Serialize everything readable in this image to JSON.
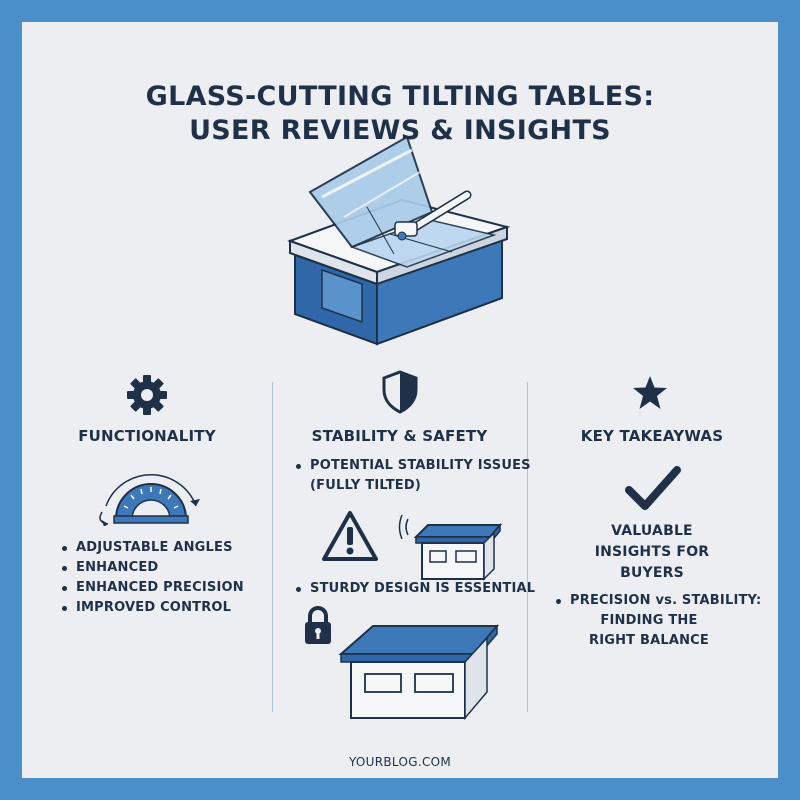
{
  "title": {
    "line1": "GLASS-CUTTING TILTING TABLES:",
    "line2": "USER REVIEWS & INSIGHTS"
  },
  "colors": {
    "frame_border": "#4a8fc7",
    "accent_blue": "#3d79b8",
    "dark_navy": "#1f3148",
    "background": "#eceef1"
  },
  "functionality": {
    "icon": "gear-icon",
    "heading": "FUNCTIONALITY",
    "illustration": "protractor-icon",
    "bullets": [
      "ADJUSTABLE ANGLES",
      "ENHANCED",
      "ENHANCED PRECISION",
      "IMPROVED CONTROL"
    ]
  },
  "stability": {
    "icon": "shield-icon",
    "heading": "STABILITY & SAFETY",
    "issue_line1": "POTENTIAL STABILITY ISSUES",
    "issue_line2": "(FULLY TILTED)",
    "warning_icon": "warning-triangle-icon",
    "design_note": "STURDY DESIGN IS ESSENTIAL",
    "lock_icon": "padlock-icon"
  },
  "takeaways": {
    "icon": "star-icon",
    "heading": "KEY TAKEAYWAS",
    "check_icon": "checkmark-icon",
    "insight_line1": "VALUABLE",
    "insight_line2": "INSIGHTS FOR",
    "insight_line3": "BUYERS",
    "balance_line1": "PRECISION vs. STABILITY:",
    "balance_line2": "FINDING THE",
    "balance_line3": "RIGHT BALANCE"
  },
  "footer": "YOURBLOG.COM"
}
